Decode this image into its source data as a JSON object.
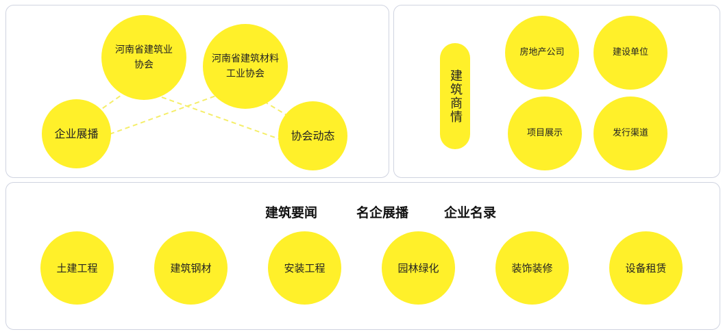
{
  "association_panel": {
    "building_association": "河南省建筑业\n协会",
    "materials_association": "河南省建筑材料\n工业协会",
    "enterprise_showcase": "企业展播",
    "association_news": "协会动态"
  },
  "business_panel": {
    "title": "建筑商情",
    "items": [
      "房地产公司",
      "建设单位",
      "项目展示",
      "发行渠道"
    ]
  },
  "category_panel": {
    "tabs": [
      "建筑要闻",
      "名企展播",
      "企业名录"
    ],
    "categories": [
      "土建工程",
      "建筑钢材",
      "安装工程",
      "园林绿化",
      "装饰装修",
      "设备租赁"
    ]
  },
  "colors": {
    "circle_fill": "#fff02a",
    "connector": "#f5ee6a",
    "panel_border": "#cfd3e0"
  }
}
